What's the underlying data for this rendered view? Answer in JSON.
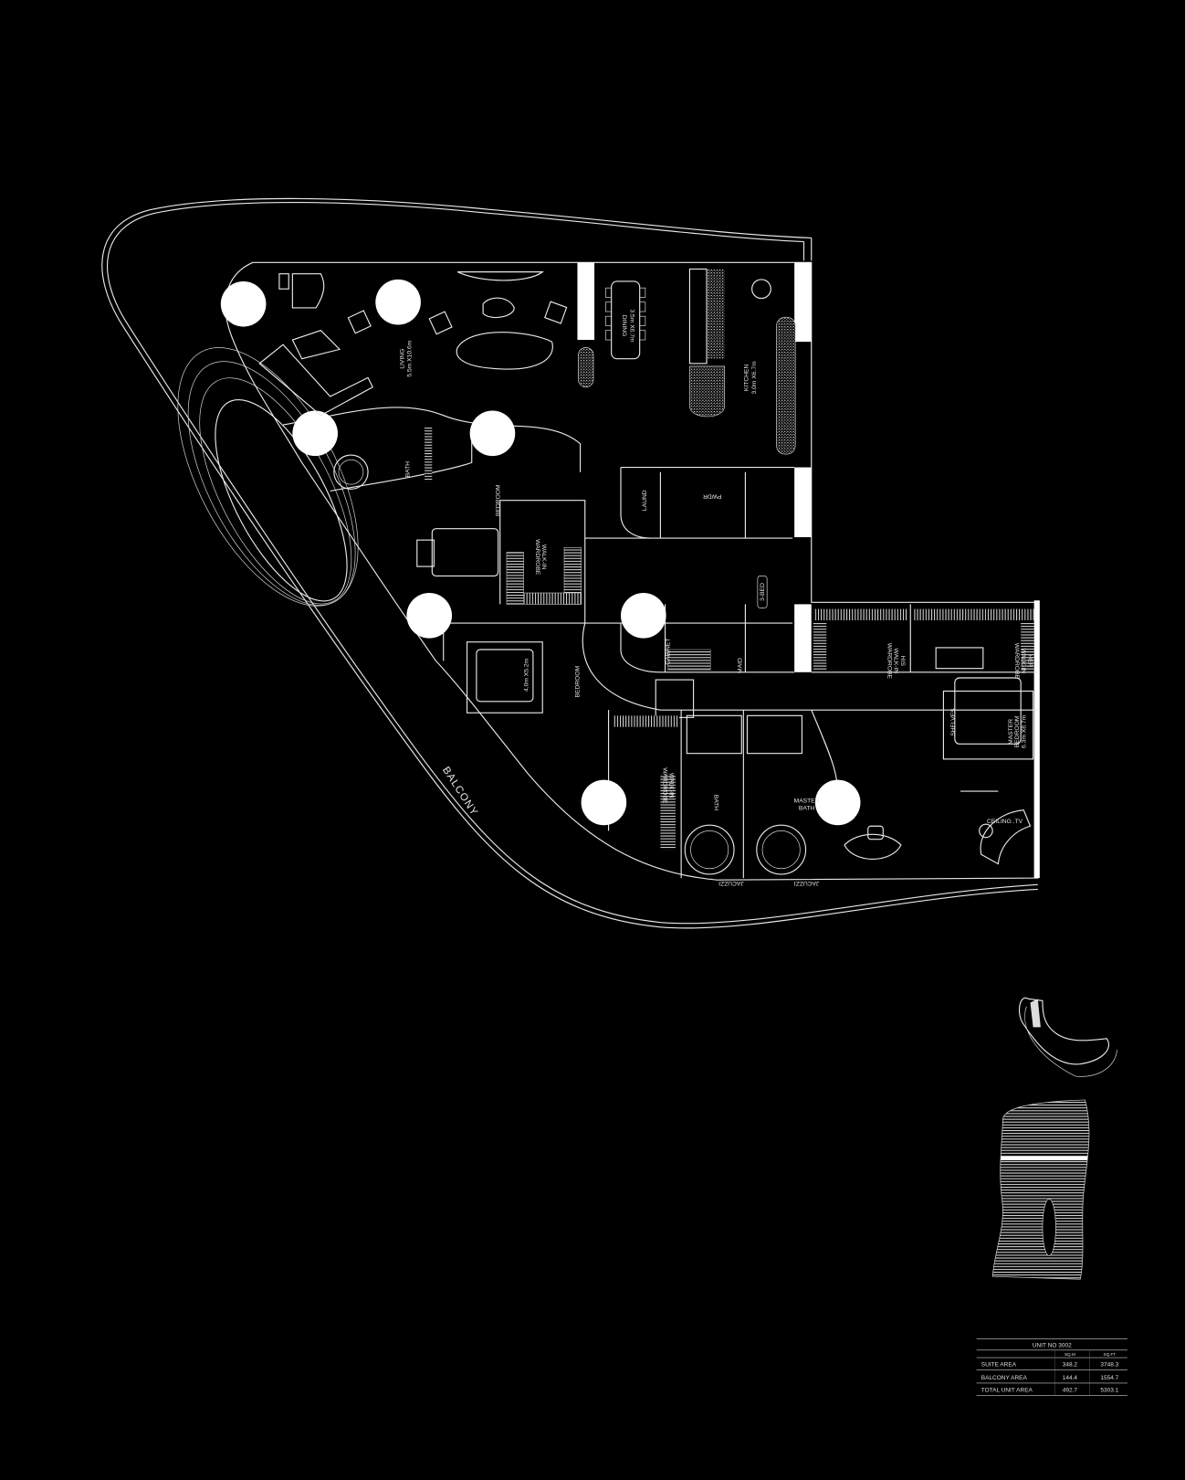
{
  "rooms": {
    "living": {
      "name": "LIVING",
      "size": "5.5m X10.6m"
    },
    "dining": {
      "name": "DINING",
      "size": "3.5m X6.7m"
    },
    "kitchen": {
      "name": "KITCHEN",
      "size": "3.0m X6.7m"
    },
    "powder": "PWDR",
    "laundry": "LAUND",
    "bath_1": "BATH",
    "bedroom_1": "BEDROOM",
    "walkin_1": {
      "line1": "WALK-IN",
      "line2": "WARDROBE"
    },
    "bedroom_2": {
      "name": "BEDROOM",
      "size": "4.0m X5.2m"
    },
    "bedroom_3": "BEDROOM",
    "cabinet": "CABINET",
    "maid": "MAID",
    "three_bed": "3-BED",
    "his_walkin": {
      "line1": "HIS",
      "line2": "WALK-IN",
      "line3": "WARDROBE"
    },
    "her_walkin": {
      "line1": "HER",
      "line2": "WALK-IN",
      "line3": "WARDROBE"
    },
    "shelves": "SHELVES",
    "master_bedroom": {
      "line1": "MASTER",
      "line2": "BEDROOM",
      "size": "6.3m X8.7m"
    },
    "ceiling_tv": "CEILING .TV",
    "walkin_2": {
      "line1": "WALK-IN",
      "line2": "WARDROBE"
    },
    "bath_2": "BATH",
    "master_bath": {
      "line1": "MASTER",
      "line2": "BATH"
    },
    "jacuzzi_1": "JACUZZI",
    "jacuzzi_2": "JACUZZI",
    "balcony": "BALCONY"
  },
  "area_table": {
    "title": "UNIT NO 3002",
    "columns": [
      "SQ.M",
      "SQ.FT"
    ],
    "rows": [
      {
        "label": "SUITE AREA",
        "sqm": "348.2",
        "sqft": "3748.3"
      },
      {
        "label": "BALCONY AREA",
        "sqm": "144.4",
        "sqft": "1554.7"
      },
      {
        "label": "TOTAL UNIT AREA",
        "sqm": "492.7",
        "sqft": "5303.1"
      }
    ]
  },
  "colors": {
    "background": "#000000",
    "line": "#e8e8e8",
    "fill": "#ffffff"
  }
}
